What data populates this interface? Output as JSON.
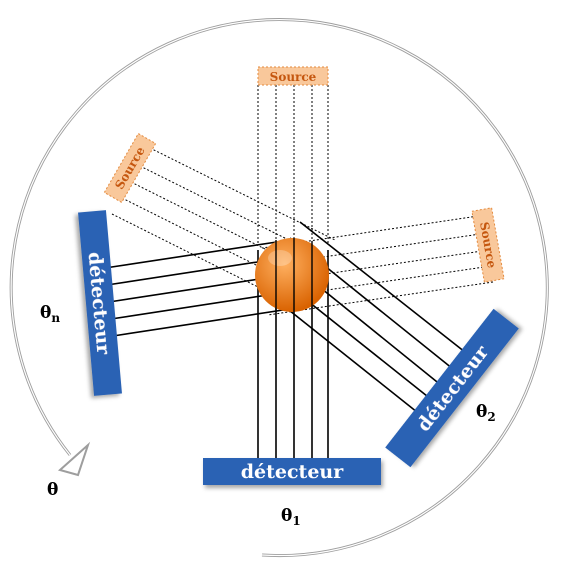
{
  "diagram": {
    "sources": [
      {
        "label": "Source"
      },
      {
        "label": "Source"
      },
      {
        "label": "Source"
      }
    ],
    "detectors": [
      {
        "label": "détecteur"
      },
      {
        "label": "détecteur"
      },
      {
        "label": "détecteur"
      }
    ],
    "angles": {
      "theta_1": {
        "base": "θ",
        "sub": "1"
      },
      "theta_2": {
        "base": "θ",
        "sub": "2"
      },
      "theta_n": {
        "base": "θ",
        "sub": "n"
      },
      "rotation": "θ"
    },
    "colors": {
      "detector_fill": "#2a62b4",
      "detector_text": "#ffffff",
      "source_fill": "#f9c89b",
      "source_border": "#e38a3e",
      "source_text": "#c5570f",
      "sphere_light": "#ffb060",
      "sphere_dark": "#d96200",
      "ray_color": "#000000",
      "rotation_arrow": "#bdbdbd"
    }
  }
}
